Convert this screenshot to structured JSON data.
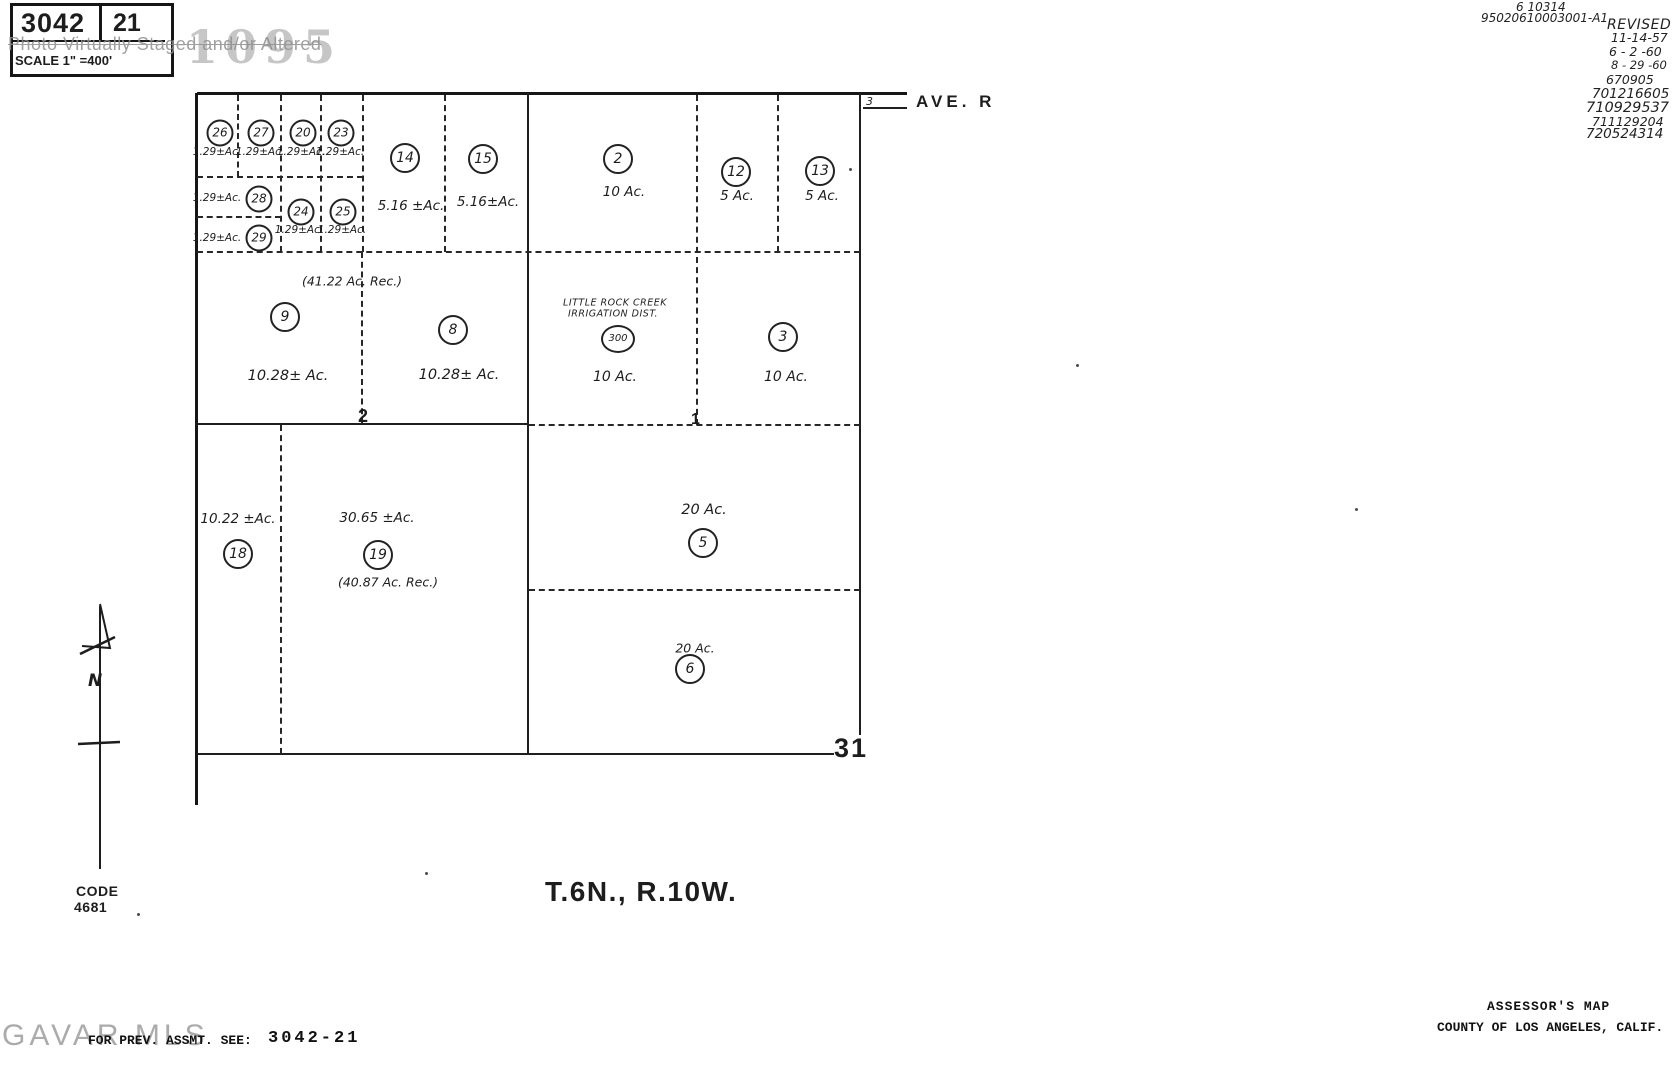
{
  "title_box": {
    "sheet": "3042",
    "page": "21",
    "scale": "SCALE 1\" =400'"
  },
  "watermarks": {
    "top": "Photo Virtually Staged and/or Altered",
    "ghost_number": "1095",
    "bottom": "GAVAR MLS"
  },
  "revisions": {
    "doc_upper": "6 10314",
    "doc_lower": "95020610003001-A1",
    "label": "REVISED",
    "entries": [
      "11-14-57",
      "6 - 2 -60",
      "8 - 29 -60",
      "670905",
      "701216605",
      "710929537",
      "711129204",
      "720524314"
    ]
  },
  "map": {
    "street": "AVE. R",
    "street_corner_number": "3",
    "tick_left": "2",
    "tick_right": "1",
    "corner_section": "31",
    "township": "T.6N., R.10W."
  },
  "district_note": {
    "line1": "LITTLE ROCK CREEK",
    "line2": "IRRIGATION DIST.",
    "parcel": "300",
    "acreage": "10  Ac."
  },
  "parcels": [
    {
      "num": "26",
      "ac": "1.29±Ac."
    },
    {
      "num": "27",
      "ac": "1.29±Ac."
    },
    {
      "num": "20",
      "ac": "1.29±Ac."
    },
    {
      "num": "23",
      "ac": "1.29±Ac."
    },
    {
      "num": "28",
      "ac": "1.29±Ac."
    },
    {
      "num": "24",
      "ac": "1.29±Ac."
    },
    {
      "num": "25",
      "ac": "1.29±Ac."
    },
    {
      "num": "29",
      "ac": "1.29±Ac."
    },
    {
      "num": "14",
      "ac": "5.16 ±Ac."
    },
    {
      "num": "15",
      "ac": "5.16±Ac."
    },
    {
      "num": "2",
      "ac": "10  Ac."
    },
    {
      "num": "12",
      "ac": "5 Ac."
    },
    {
      "num": "13",
      "ac": "5 Ac."
    },
    {
      "num": "9",
      "ac": "10.28± Ac.",
      "rec": "(41.22 Ac. Rec.)"
    },
    {
      "num": "8",
      "ac": "10.28± Ac."
    },
    {
      "num": "3",
      "ac": "10  Ac."
    },
    {
      "num": "18",
      "ac": "10.22 ±Ac."
    },
    {
      "num": "19",
      "ac": "30.65 ±Ac.",
      "rec": "(40.87 Ac. Rec.)"
    },
    {
      "num": "5",
      "ac": "20  Ac."
    },
    {
      "num": "6",
      "ac": "20 Ac."
    }
  ],
  "compass": {
    "label": "N"
  },
  "footer": {
    "code_label": "CODE",
    "code_value": "4681",
    "prev_label": "FOR PREV. ASSMT. SEE:",
    "prev_value": "3042-21",
    "agency_line1": "ASSESSOR'S MAP",
    "agency_line2": "COUNTY OF LOS ANGELES, CALIF."
  }
}
